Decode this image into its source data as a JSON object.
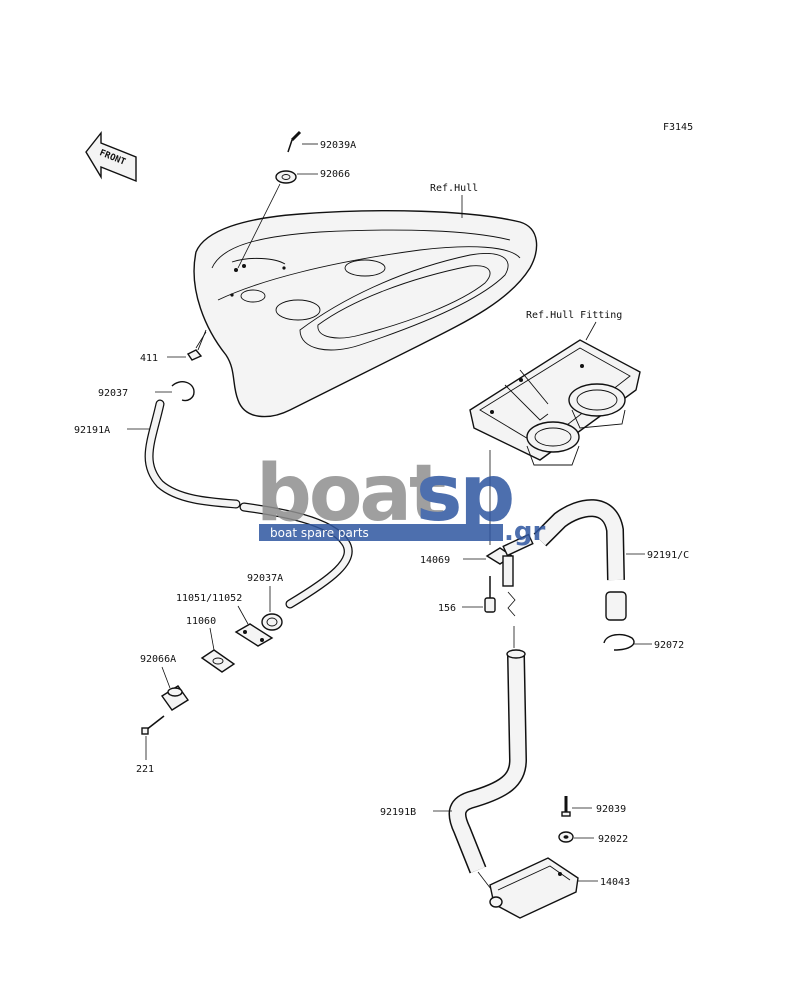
{
  "figure_code": "F3145",
  "front_label": "FRONT",
  "labels": {
    "p92039A": "92039A",
    "p92066": "92066",
    "ref_hull": "Ref.Hull",
    "ref_hull_fitting": "Ref.Hull Fitting",
    "p411": "411",
    "p92037": "92037",
    "p92191A": "92191A",
    "p92037A": "92037A",
    "p11051_11052": "11051/11052",
    "p11060": "11060",
    "p92066A": "92066A",
    "p221": "221",
    "p14069": "14069",
    "p156": "156",
    "p92191C": "92191/C",
    "p92072": "92072",
    "p92191B": "92191B",
    "p92039": "92039",
    "p92022": "92022",
    "p14043": "14043"
  },
  "watermark": {
    "word1": "boat",
    "word2": "sp",
    "suffix": ".gr",
    "tagline": "boat spare parts",
    "color_gray": "#8f8f8f",
    "color_blue": "#2f56a0"
  }
}
